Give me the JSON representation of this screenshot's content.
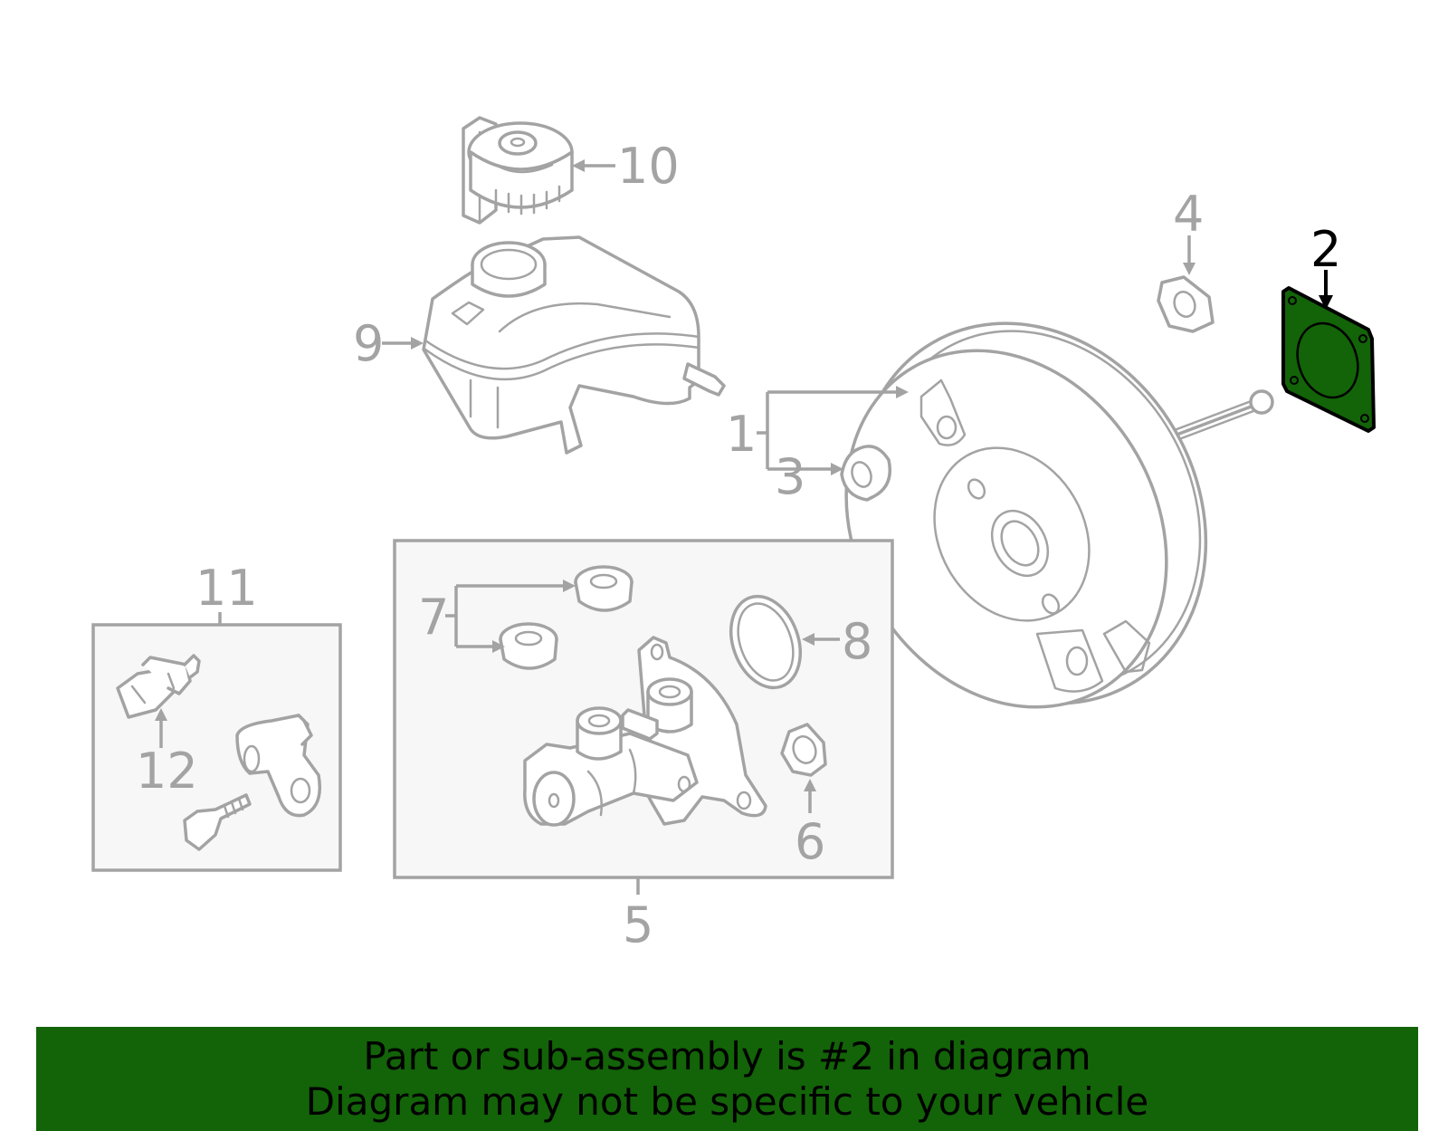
{
  "colors": {
    "line_gray": "#a3a3a3",
    "highlight_fill": "#136308",
    "banner_fill": "#136308",
    "box_fill": "#f7f7f7",
    "highlight_label": "#000000"
  },
  "callouts": {
    "c1": "1",
    "c2": "2",
    "c3": "3",
    "c4": "4",
    "c5": "5",
    "c6": "6",
    "c7": "7",
    "c8": "8",
    "c9": "9",
    "c10": "10",
    "c11": "11",
    "c12": "12"
  },
  "highlighted_part": "2",
  "banner": {
    "line1": "Part or sub-assembly is #2 in diagram",
    "line2": "Diagram may not be specific to your vehicle"
  }
}
